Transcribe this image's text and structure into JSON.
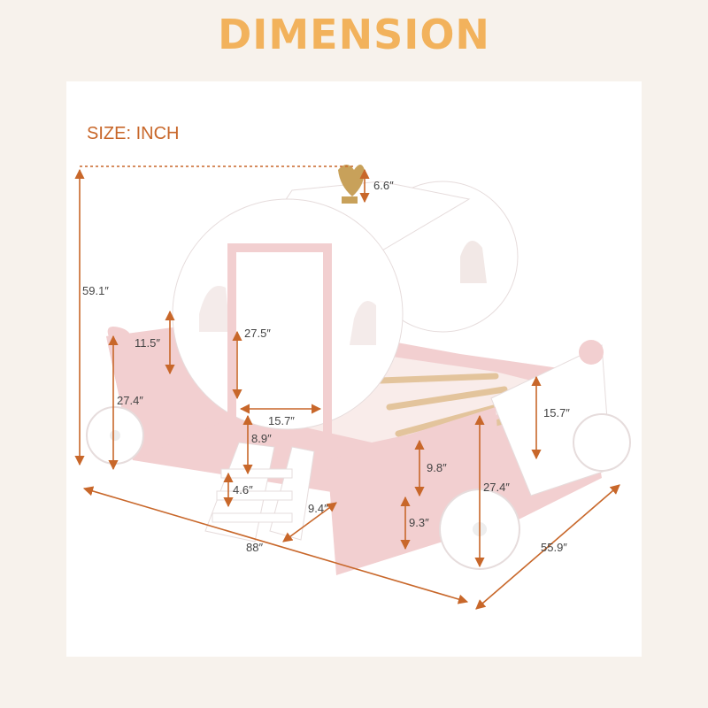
{
  "title": "DIMENSION",
  "size_label": "SIZE: INCH",
  "colors": {
    "title": "#f2b25c",
    "annotation": "#c8672a",
    "bed_pink": "#f2cfd0",
    "bed_white": "#ffffff",
    "slats": "#e3c49c",
    "crown_gold": "#c8a15a"
  },
  "dimensions": {
    "crown_height": "6.6″",
    "total_height": "59.1″",
    "left_side_upper": "11.5″",
    "door_height": "27.5″",
    "left_side_height": "27.4″",
    "door_width": "15.7″",
    "door_gap": "8.9″",
    "step_height": "4.6″",
    "step_width": "9.4″",
    "total_length": "88″",
    "side_rail": "9.8″",
    "clearance": "9.3″",
    "right_wheel_height": "27.4″",
    "right_side_panel": "15.7″",
    "total_width": "55.9″"
  }
}
